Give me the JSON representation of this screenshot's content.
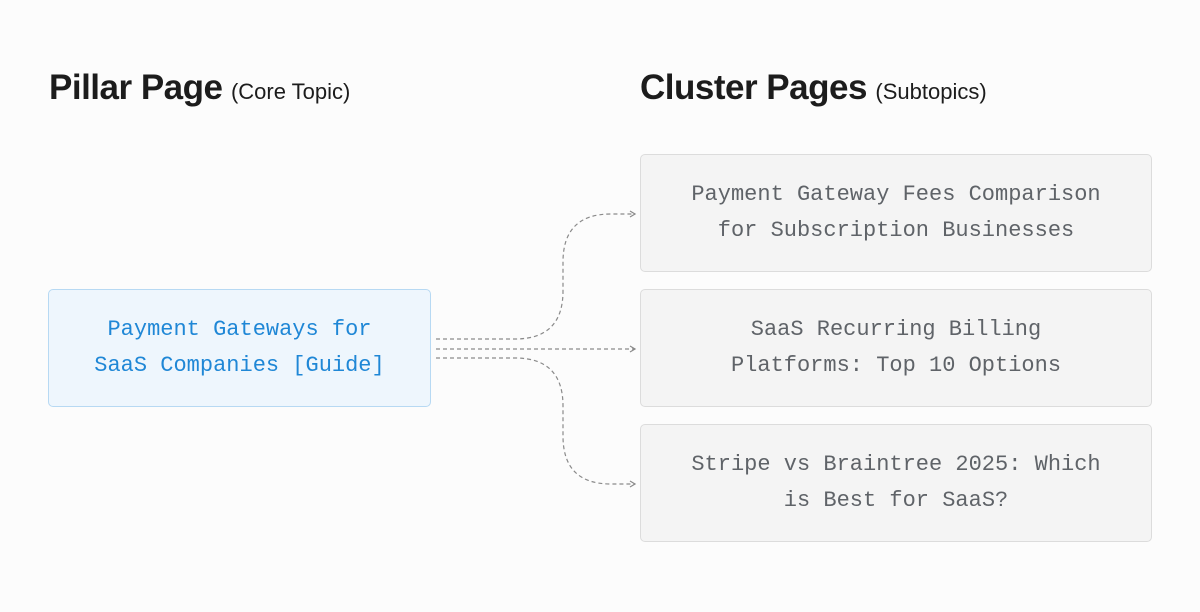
{
  "pillar": {
    "heading": "Pillar Page",
    "subheading": "(Core Topic)",
    "title": "Payment Gateways for\nSaaS Companies [Guide]"
  },
  "cluster": {
    "heading": "Cluster Pages",
    "subheading": "(Subtopics)",
    "items": [
      {
        "title": "Payment Gateway Fees Comparison\nfor Subscription Businesses"
      },
      {
        "title": "SaaS Recurring Billing\nPlatforms: Top 10 Options"
      },
      {
        "title": "Stripe vs Braintree 2025: Which\nis Best for SaaS?"
      }
    ]
  },
  "colors": {
    "pillar_text": "#1f87d6",
    "pillar_border": "#b7d9f3",
    "pillar_bg": "#eef6fd",
    "cluster_text": "#5f6368",
    "cluster_border": "#dcdcdc",
    "cluster_bg": "#f4f4f4",
    "connector": "#8a8a8a"
  }
}
